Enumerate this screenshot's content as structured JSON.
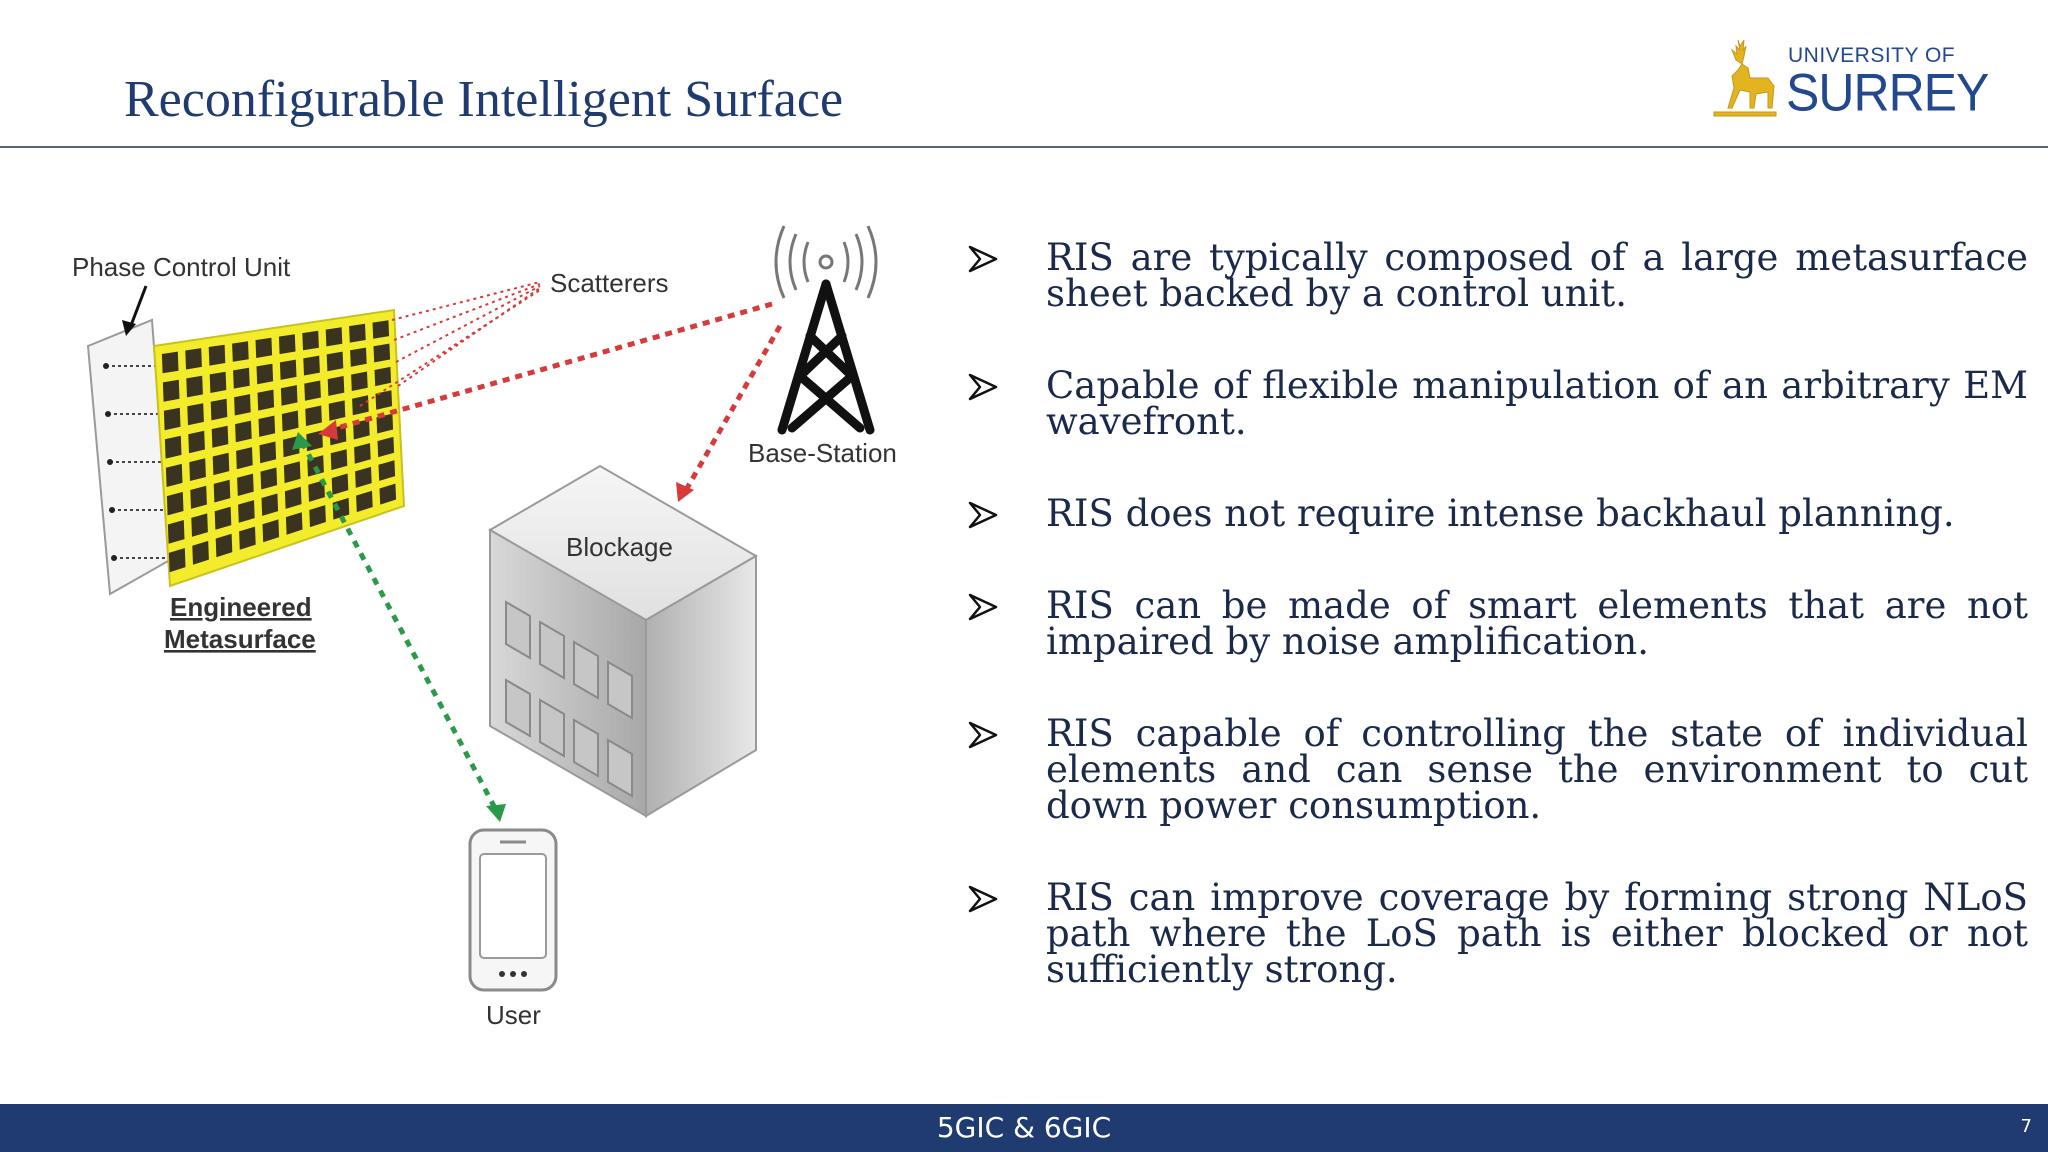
{
  "slide": {
    "title": "Reconfigurable Intelligent Surface",
    "logo": {
      "line1": "UNIVERSITY OF",
      "line2": "SURREY"
    }
  },
  "diagram": {
    "labels": {
      "phase_control_unit": "Phase Control Unit",
      "scatterers": "Scatterers",
      "base_station": "Base-Station",
      "blockage": "Blockage",
      "engineered": "Engineered",
      "metasurface": "Metasurface",
      "user": "User"
    },
    "colors": {
      "metasurface_yellow": "#f2ec2a",
      "element_dark": "#3a3320",
      "reflect_red": "#d63a3a",
      "user_link_green": "#2a9a4a"
    }
  },
  "bullets": [
    {
      "text": "RIS are typically composed of a large metasurface sheet backed by a control unit."
    },
    {
      "text": "Capable of flexible manipulation of an arbitrary EM wavefront."
    },
    {
      "text": "RIS does not require intense backhaul planning."
    },
    {
      "text": "RIS can be made of smart elements that are not impaired by noise amplification."
    },
    {
      "text": "RIS capable of controlling the state of individual elements and can sense the environment to cut down power consumption."
    },
    {
      "text": "RIS can improve coverage by forming strong NLoS path where the LoS path is either blocked or not sufficiently strong."
    }
  ],
  "footer": {
    "text": "5GIC & 6GIC",
    "page": "7"
  }
}
